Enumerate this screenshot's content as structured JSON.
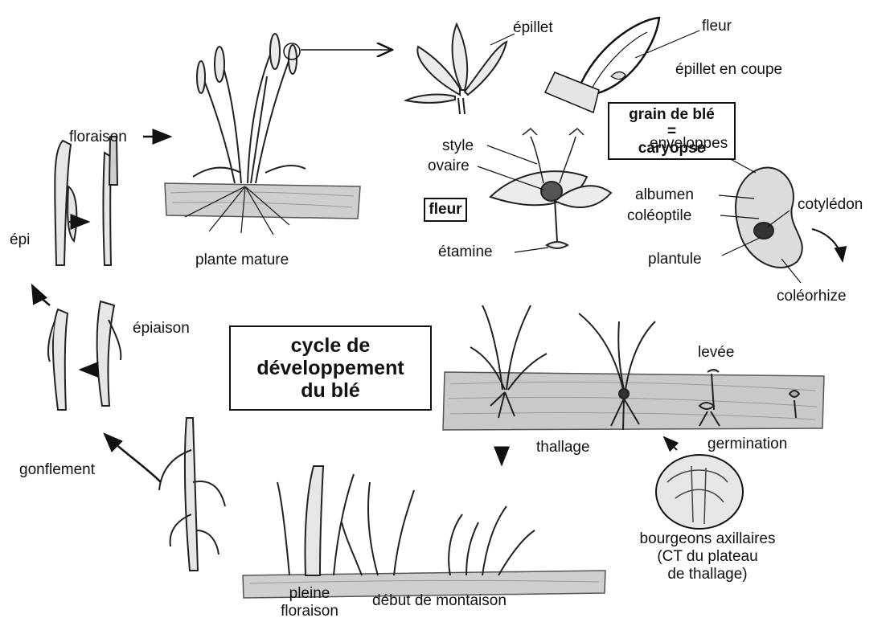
{
  "diagram": {
    "title_lines": [
      "cycle de",
      "développement",
      "du blé"
    ],
    "grain_box_lines": [
      "grain de blé",
      "=",
      "caryopse"
    ],
    "flower_box_label": "fleur",
    "labels": {
      "floraison": "floraison",
      "epi": "épi",
      "plante_mature": "plante mature",
      "epillet": "épillet",
      "fleur": "fleur",
      "epillet_en_coupe": "épillet en coupe",
      "style": "style",
      "ovaire": "ovaire",
      "etamine": "étamine",
      "enveloppes": "enveloppes",
      "albumen": "albumen",
      "coleoptile": "coléoptile",
      "cotyledon": "cotylédon",
      "plantule": "plantule",
      "coleorhize": "coléorhize",
      "epiaison": "épiaison",
      "levee": "levée",
      "thallage": "thallage",
      "germination": "germination",
      "gonflement": "gonflement",
      "bourgeons_line1": "bourgeons axillaires",
      "bourgeons_line2": "(CT du plateau",
      "bourgeons_line3": "de thallage)",
      "pleine_line1": "pleine",
      "pleine_line2": "floraison",
      "debut_montaison": "début de montaison"
    }
  }
}
